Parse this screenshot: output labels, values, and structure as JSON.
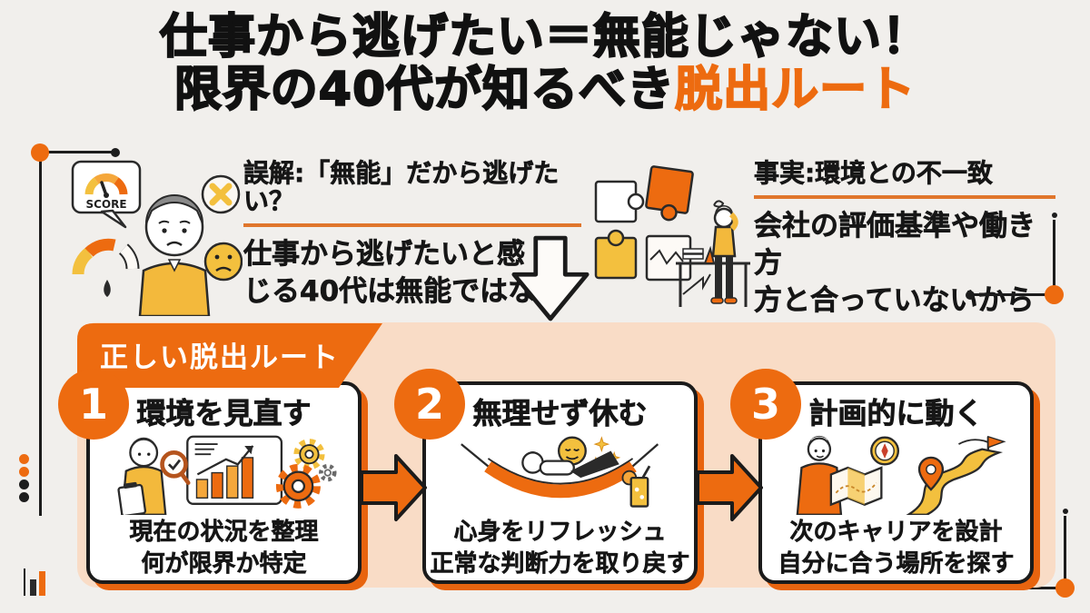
{
  "palette": {
    "accent": "#ed6b10",
    "accent_light": "#f5a73b",
    "yellow": "#f3c03e",
    "peach_band": "#f9dcc6",
    "card_border": "#1b1b1b",
    "background": "#f1efec"
  },
  "title": {
    "line1": "仕事から逃げたい＝無能じゃない！",
    "line2_black": "限界の40代が知るべき",
    "line2_orange": "脱出ルート"
  },
  "misconception": {
    "heading": "誤解:「無能」だから逃げたい？",
    "body_line1": "仕事から逃げたいと感",
    "body_line2": "じる40代は無能ではなく",
    "score_label": "SCORE"
  },
  "fact": {
    "heading": "事実:環境との不一致",
    "body_line1": "会社の評価基準や働き方",
    "body_line2": "方と合っていないから"
  },
  "route_banner": {
    "label": "正しい脱出ルート"
  },
  "steps": [
    {
      "number": "1",
      "title": "環境を見直す",
      "desc_line1": "現在の状況を整理",
      "desc_line2": "何が限界か特定"
    },
    {
      "number": "2",
      "title": "無理せず休む",
      "desc_line1": "心身をリフレッシュ",
      "desc_line2": "正常な判断力を取り戻す"
    },
    {
      "number": "3",
      "title": "計画的に動く",
      "desc_line1": "次のキャリアを設計",
      "desc_line2": "自分に合う場所を探す"
    }
  ]
}
